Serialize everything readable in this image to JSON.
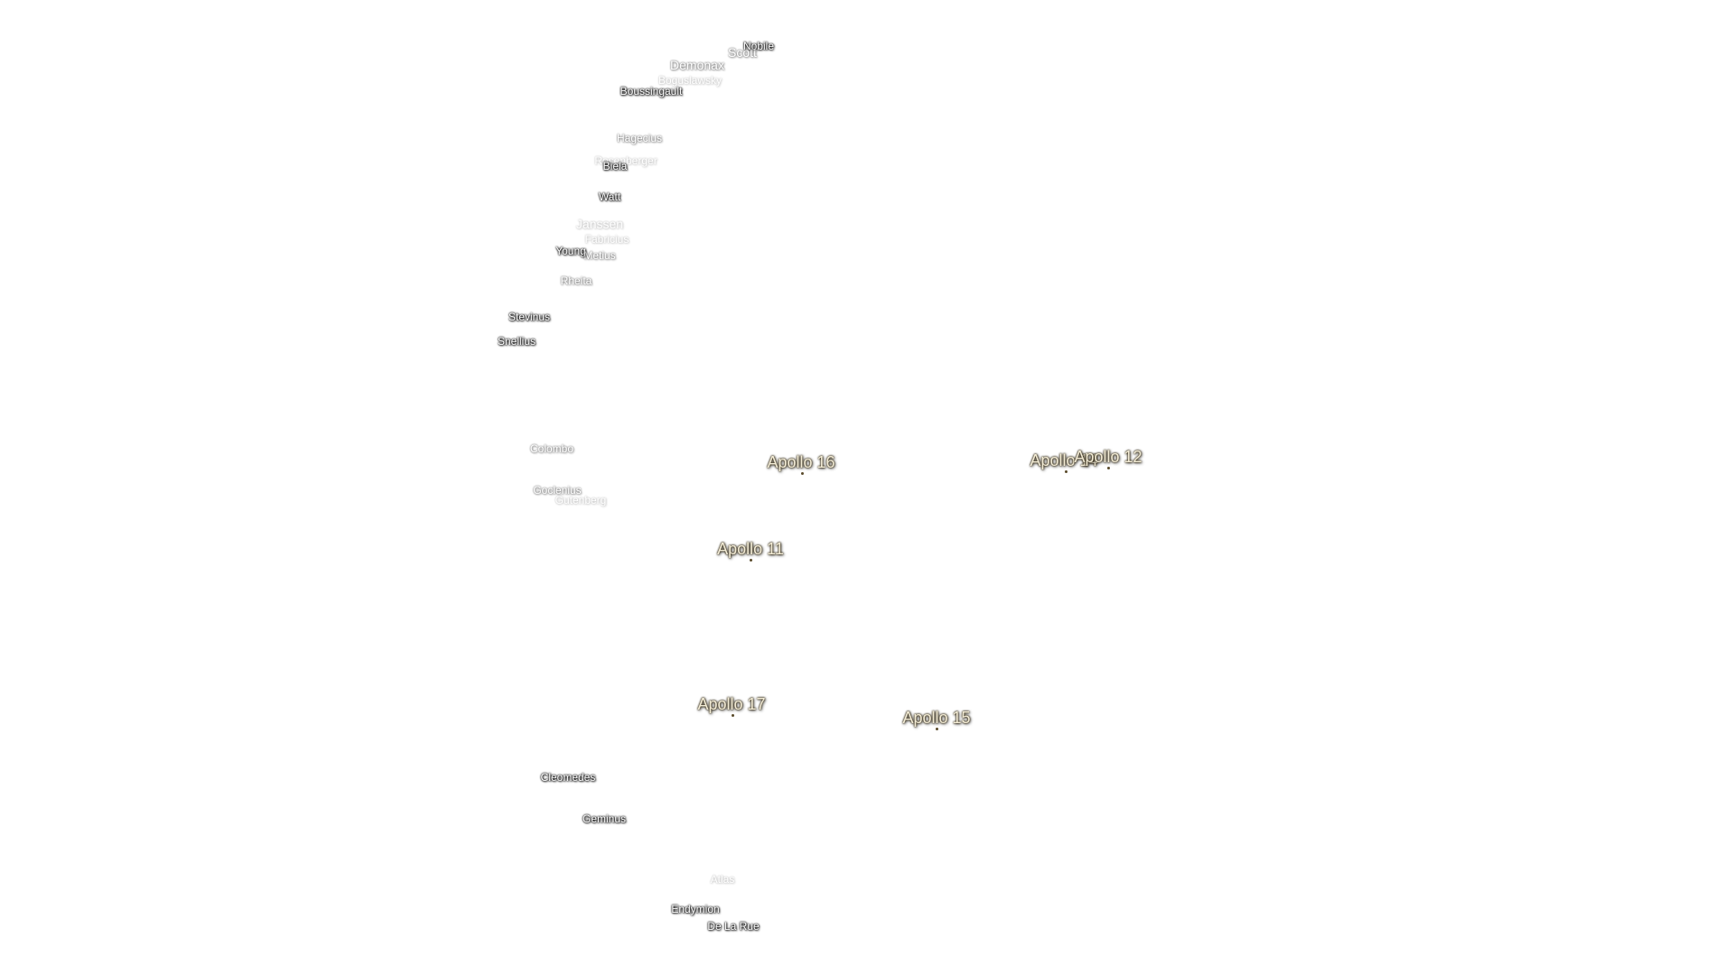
{
  "map": {
    "crater_labels": [
      {
        "name": "Nobile",
        "style": "crater"
      },
      {
        "name": "Scott",
        "style": "crater faint large"
      },
      {
        "name": "Demonax",
        "style": "crater faint large"
      },
      {
        "name": "Boguslawsky",
        "style": "crater vfaint"
      },
      {
        "name": "Boussingault",
        "style": "crater"
      },
      {
        "name": "Hagecius",
        "style": "crater faint"
      },
      {
        "name": "Rosenberger",
        "style": "crater vfaint"
      },
      {
        "name": "Biela",
        "style": "crater"
      },
      {
        "name": "Watt",
        "style": "crater"
      },
      {
        "name": "Janssen",
        "style": "crater vfaint large"
      },
      {
        "name": "Fabricius",
        "style": "crater vfaint"
      },
      {
        "name": "Young",
        "style": "crater"
      },
      {
        "name": "Metius",
        "style": "crater faint"
      },
      {
        "name": "Rheita",
        "style": "crater faint"
      },
      {
        "name": "Stevinus",
        "style": "crater"
      },
      {
        "name": "Snellius",
        "style": "crater"
      },
      {
        "name": "Colombo",
        "style": "crater faint"
      },
      {
        "name": "Goclenius",
        "style": "crater faint"
      },
      {
        "name": "Gutenberg",
        "style": "crater vfaint"
      },
      {
        "name": "Cleomedes",
        "style": "crater"
      },
      {
        "name": "Geminus",
        "style": "crater"
      },
      {
        "name": "Atlas",
        "style": "crater vfaint"
      },
      {
        "name": "Endymion",
        "style": "crater"
      },
      {
        "name": "De La Rue",
        "style": "crater"
      }
    ],
    "landing_sites": [
      {
        "name": "Apollo 16"
      },
      {
        "name": "Apollo 14"
      },
      {
        "name": "Apollo 12"
      },
      {
        "name": "Apollo 11"
      },
      {
        "name": "Apollo 17"
      },
      {
        "name": "Apollo 15"
      }
    ]
  }
}
